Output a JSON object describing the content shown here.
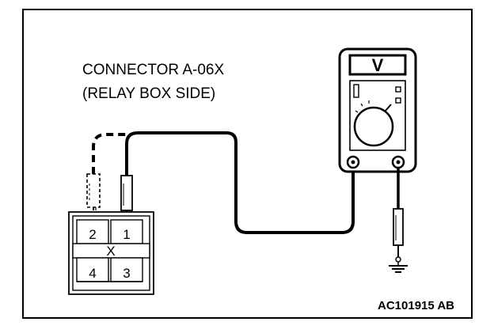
{
  "connector": {
    "title": "CONNECTOR A-06X",
    "subtitle": "(RELAY BOX SIDE)",
    "center_mark": "X",
    "pins": {
      "p1": "1",
      "p2": "2",
      "p3": "3",
      "p4": "4"
    }
  },
  "meter": {
    "mode_symbol": "V"
  },
  "figure_code": "AC101915 AB"
}
